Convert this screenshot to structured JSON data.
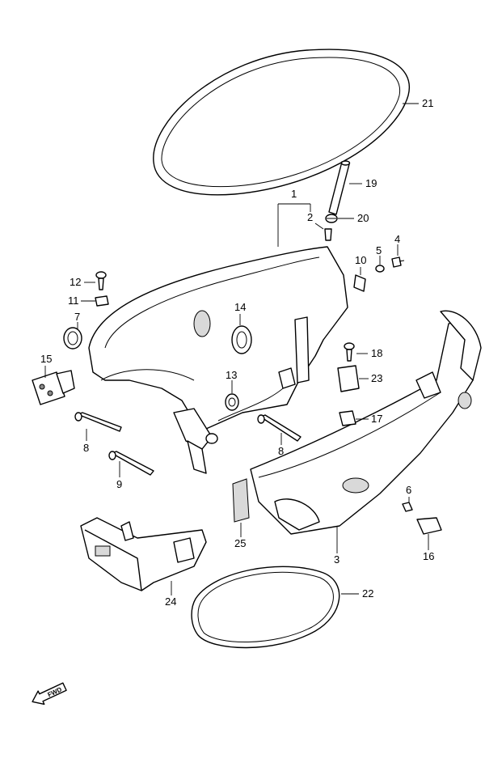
{
  "callouts": {
    "c1": "1",
    "c2": "2",
    "c3": "3",
    "c4": "4",
    "c5": "5",
    "c6": "6",
    "c7": "7",
    "c8a": "8",
    "c8b": "8",
    "c9": "9",
    "c10": "10",
    "c11": "11",
    "c12": "12",
    "c13": "13",
    "c14": "14",
    "c15": "15",
    "c16": "16",
    "c17": "17",
    "c18": "18",
    "c19": "19",
    "c20": "20",
    "c21": "21",
    "c22": "22",
    "c23": "23",
    "c24": "24",
    "c25": "25"
  },
  "fwd_label": "FWD"
}
